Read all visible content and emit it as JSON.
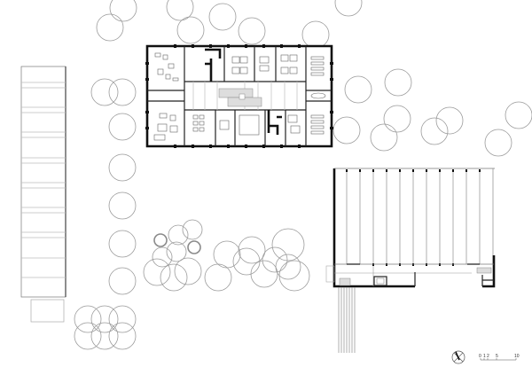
{
  "drawing": {
    "type": "site floor plan",
    "background": "#ffffff",
    "line_color": "#111111",
    "tree_color": "#9a9a9a"
  },
  "scale_bar": {
    "labels": [
      "0",
      "1",
      "2",
      "5",
      "10"
    ]
  },
  "north_arrow": {
    "icon": "north-arrow-icon"
  },
  "buildings": [
    {
      "name": "office-building",
      "label": "Main building (plan, offices/classrooms with central stair)"
    },
    {
      "name": "hall-building",
      "label": "Hall with roof trusses and service strip"
    },
    {
      "name": "existing-long-building",
      "label": "Existing long building (west)"
    }
  ],
  "trees": {
    "count_visible": 60
  }
}
